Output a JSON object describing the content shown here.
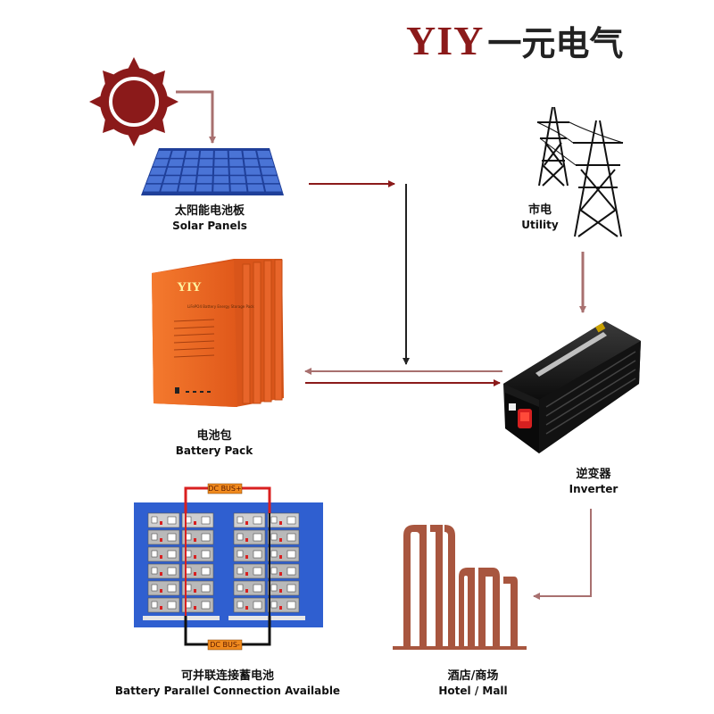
{
  "brand": {
    "latin": "YIY",
    "chinese": "一元电气"
  },
  "nodes": {
    "solar": {
      "cn": "太阳能电池板",
      "en": "Solar Panels"
    },
    "utility": {
      "cn": "市电",
      "en": "Utility"
    },
    "battery": {
      "cn": "电池包",
      "en": "Battery Pack"
    },
    "inverter": {
      "cn": "逆变器",
      "en": "Inverter"
    },
    "parallel": {
      "cn": "可并联连接蓄电池",
      "en": "Battery Parallel Connection Available"
    },
    "hotel": {
      "cn": "酒店/商场",
      "en": "Hotel / Mall"
    }
  },
  "battery_front": {
    "logo": "YIY",
    "small_text": "LiFePO4 Battery\nEnergy Storage Pack"
  },
  "bus_labels": {
    "top": "DC BUS+",
    "bottom": "DC BUS-"
  },
  "colors": {
    "brand": "#8b1a1a",
    "arrow_dark": "#8b1a1a",
    "arrow_light": "#a8706f",
    "battery_orange": "#f26b21",
    "hotel": "#a8563f",
    "panel_blue": "#3b5fc4"
  }
}
